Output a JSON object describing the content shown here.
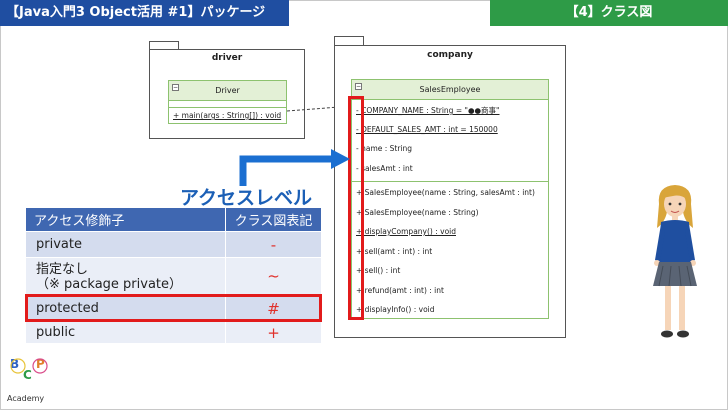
{
  "header": {
    "left_title": "【Java入門3 Object活用 #1】パッケージ",
    "right_title": "【4】クラス図"
  },
  "diagram": {
    "driver_package": {
      "name": "driver",
      "class_name": "Driver",
      "methods": [
        "+ main(args : String[]) : void"
      ]
    },
    "company_package": {
      "name": "company",
      "class_name": "SalesEmployee",
      "attributes": [
        "- COMPANY_NAME : String = \"●●商事\"",
        "- DEFAULT_SALES_AMT : int = 150000",
        "- name : String",
        "- salesAmt : int"
      ],
      "methods": [
        "+ SalesEmployee(name : String, salesAmt : int)",
        "+ SalesEmployee(name : String)",
        "+ displayCompany() : void",
        "+ sell(amt : int) : int",
        "+ sell() : int",
        "+ refund(amt : int) : int",
        "+ displayInfo() : void"
      ]
    }
  },
  "access_level": {
    "title": "アクセスレベル",
    "headers": [
      "アクセス修飾子",
      "クラス図表記"
    ],
    "rows": [
      {
        "modifier": "private",
        "symbol": "-"
      },
      {
        "modifier_line1": "指定なし",
        "modifier_line2": "（※ package private）",
        "symbol": "~"
      },
      {
        "modifier": "protected",
        "symbol": "#"
      },
      {
        "modifier": "public",
        "symbol": "+"
      }
    ]
  },
  "logo": {
    "letters": [
      "B",
      "C",
      "P"
    ],
    "text": "Academy"
  },
  "colors": {
    "header_blue": "#1f4ea1",
    "header_green": "#2e9b47",
    "highlight_red": "#e21b1b",
    "arrow_blue": "#1b6fd1",
    "table_header": "#3f67b1"
  }
}
